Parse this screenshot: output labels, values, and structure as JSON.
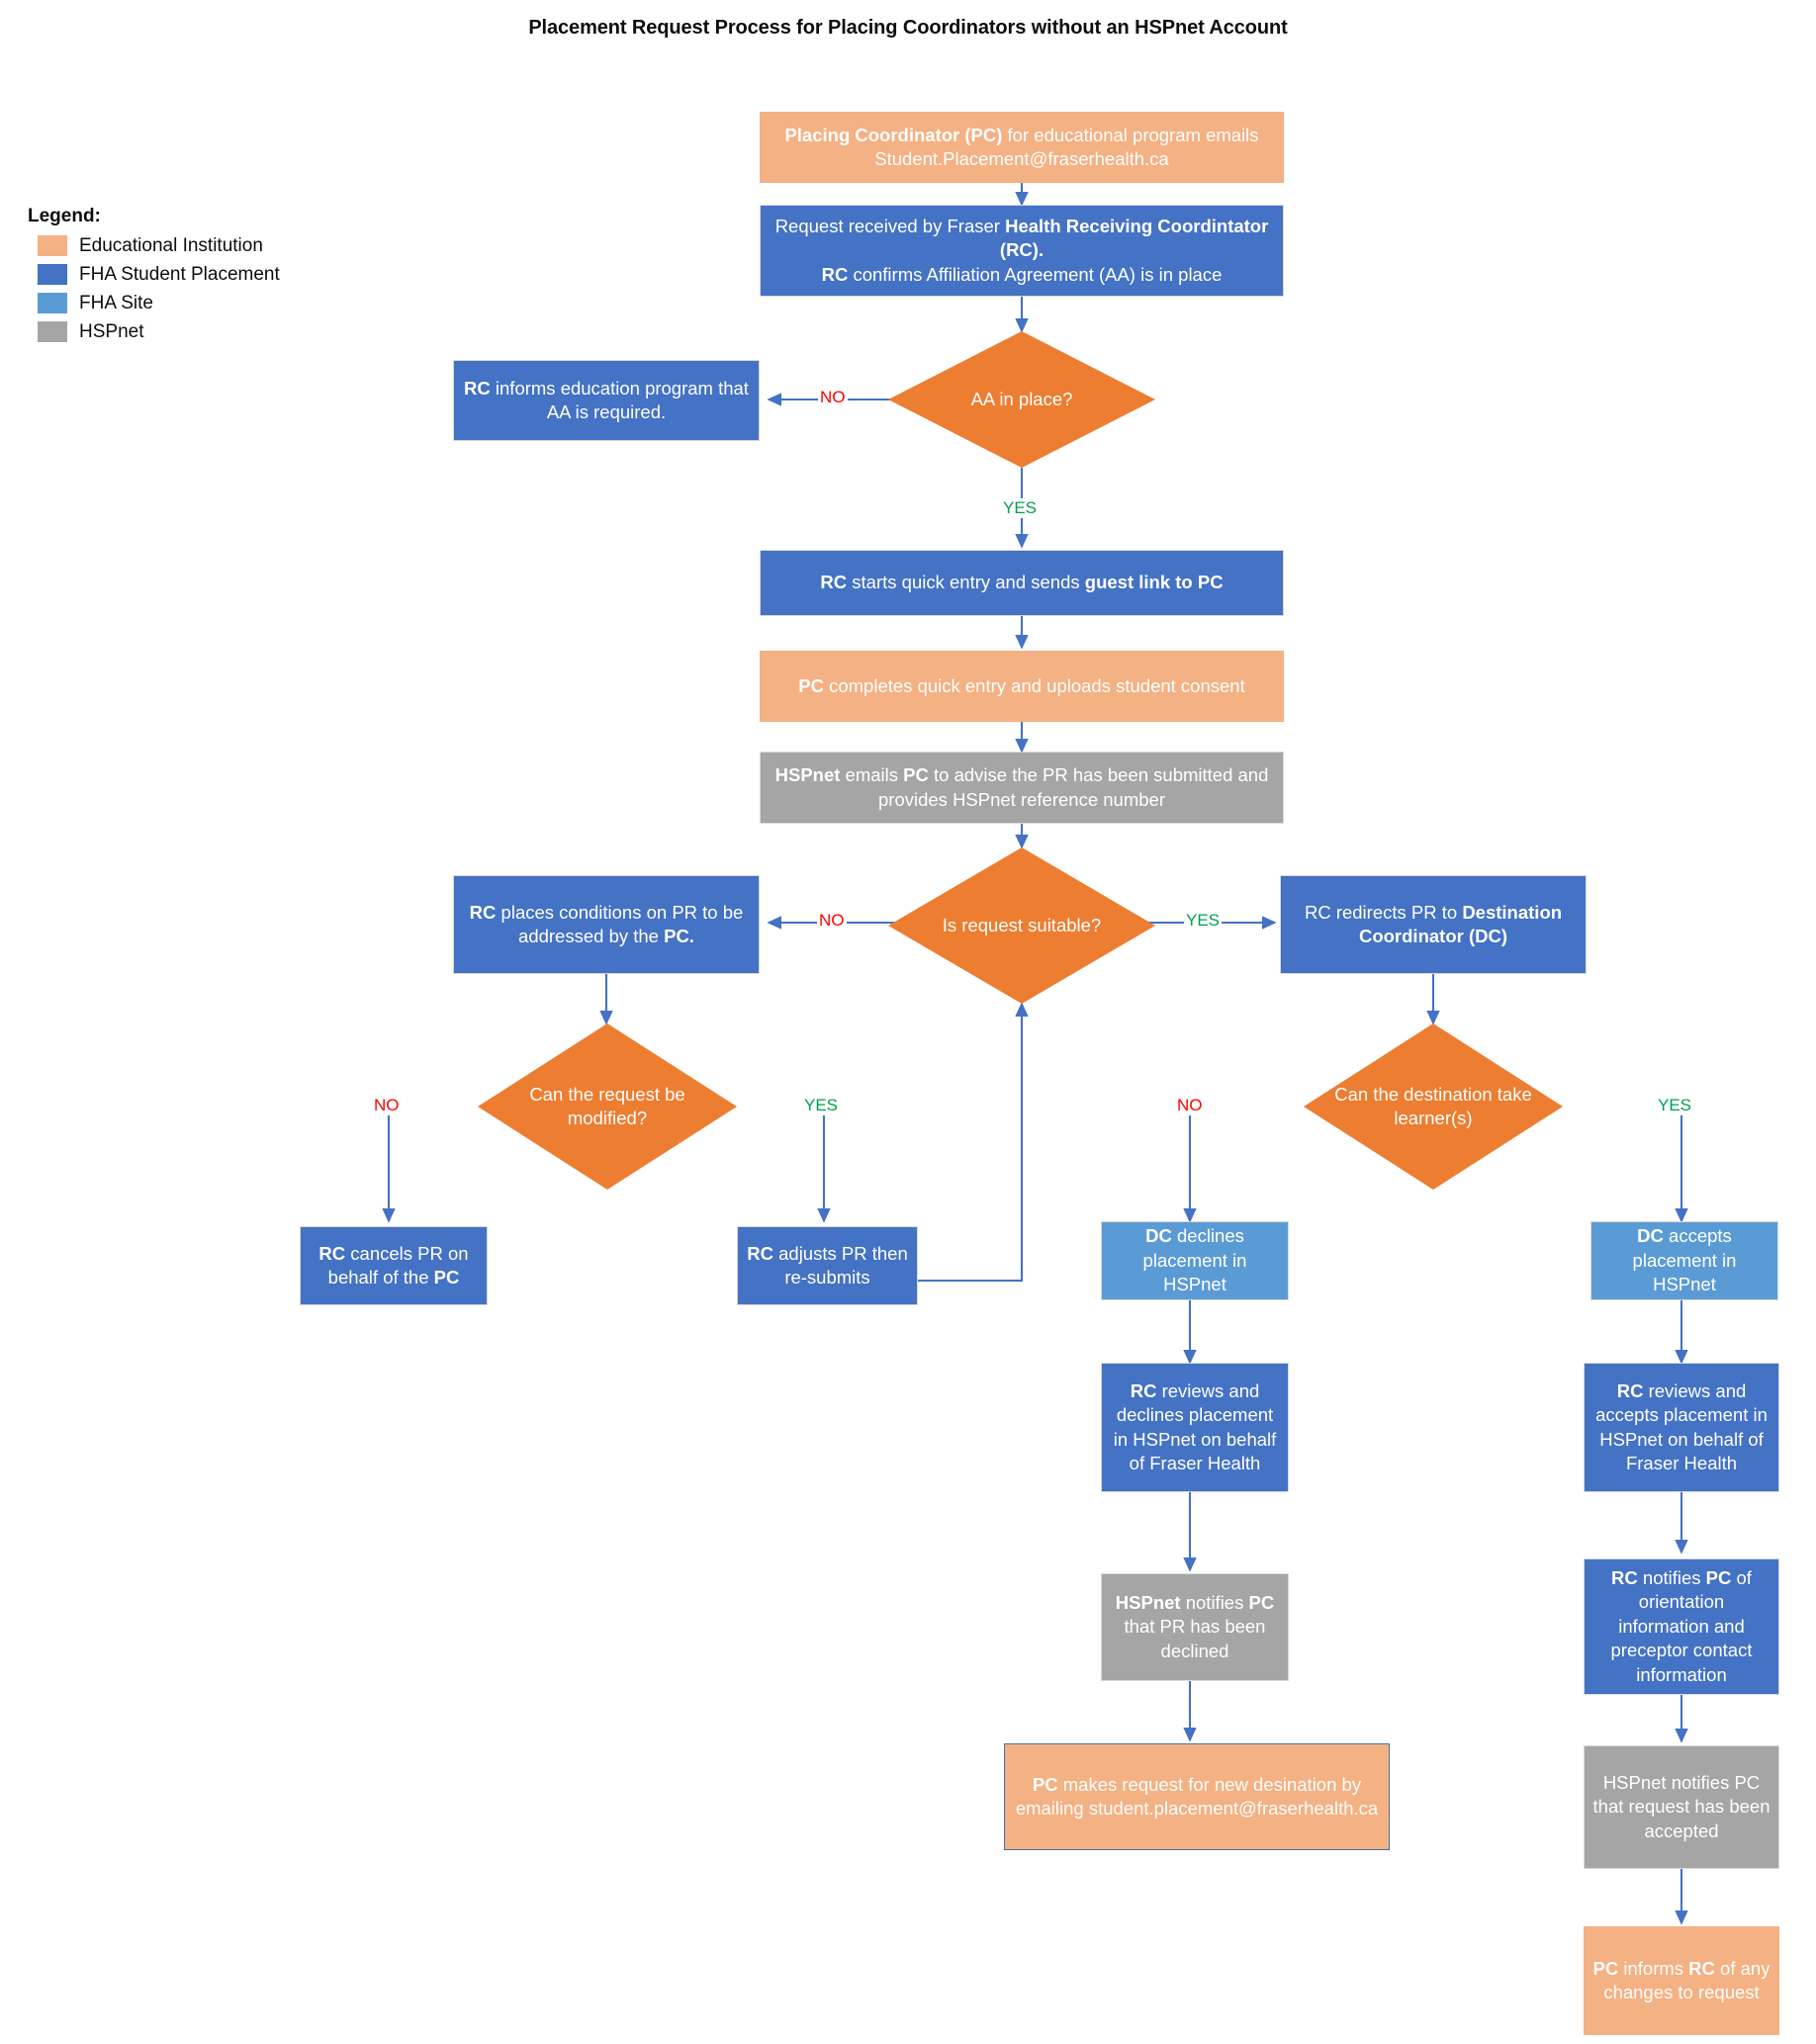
{
  "page": {
    "title": "Placement Request Process for Placing Coordinators without an HSPnet Account"
  },
  "colors": {
    "educational_institution": "#f4b183",
    "fha_student_placement": "#4472c4",
    "fha_site": "#5b9bd5",
    "hspnet": "#a5a5a5",
    "decision": "#ed7d31",
    "connector": "#4472c4",
    "label_no": "#ff0000",
    "label_yes": "#00a14b"
  },
  "legend": {
    "title": "Legend:",
    "items": [
      {
        "label": "Educational Institution",
        "color": "#f4b183"
      },
      {
        "label": "FHA Student Placement",
        "color": "#4472c4"
      },
      {
        "label": "FHA Site",
        "color": "#5b9bd5"
      },
      {
        "label": "HSPnet",
        "color": "#a5a5a5"
      }
    ]
  },
  "nodes": {
    "pc_emails": {
      "type": "process",
      "category": "Educational Institution",
      "text_parts": [
        {
          "text": "Placing Coordinator (PC)",
          "bold": true
        },
        {
          "text": " for educational program emails Student.Placement@fraserhealth.ca",
          "bold": false
        }
      ],
      "plain": "Placing Coordinator (PC) for educational program emails Student.Placement@fraserhealth.ca"
    },
    "request_received": {
      "type": "process",
      "category": "FHA Student Placement",
      "text_parts": [
        {
          "text": "Request received by Fraser ",
          "bold": false
        },
        {
          "text": "Health Receiving Coordintator (RC).",
          "bold": true
        },
        {
          "text": "\n",
          "bold": false
        },
        {
          "text": "RC",
          "bold": true
        },
        {
          "text": " confirms Affiliation Agreement (AA) is in place",
          "bold": false
        }
      ],
      "plain": "Request received by Fraser Health Receiving Coordintator (RC). RC confirms Affiliation Agreement (AA) is in place"
    },
    "aa_in_place": {
      "type": "decision",
      "text": "AA in place?"
    },
    "rc_informs_education": {
      "type": "process",
      "category": "FHA Student Placement",
      "text_parts": [
        {
          "text": "RC",
          "bold": true
        },
        {
          "text": " informs education program that AA is required.",
          "bold": false
        }
      ],
      "plain": "RC informs education program that AA is required."
    },
    "rc_quick_entry": {
      "type": "process",
      "category": "FHA Student Placement",
      "text_parts": [
        {
          "text": "RC",
          "bold": true
        },
        {
          "text": " starts quick entry and sends ",
          "bold": false
        },
        {
          "text": "guest link to PC",
          "bold": true
        }
      ],
      "plain": "RC starts quick entry and sends guest link to PC"
    },
    "pc_completes": {
      "type": "process",
      "category": "Educational Institution",
      "text_parts": [
        {
          "text": "PC",
          "bold": true
        },
        {
          "text": " completes quick entry and uploads student consent",
          "bold": false
        }
      ],
      "plain": "PC completes quick entry and uploads student consent"
    },
    "hspnet_emails_pc": {
      "type": "process",
      "category": "HSPnet",
      "text_parts": [
        {
          "text": "HSPnet",
          "bold": true
        },
        {
          "text": " emails ",
          "bold": false
        },
        {
          "text": "PC",
          "bold": true
        },
        {
          "text": " to advise the PR has been submitted and provides HSPnet reference number",
          "bold": false
        }
      ],
      "plain": "HSPnet emails PC to advise the PR has been submitted and provides HSPnet reference number"
    },
    "is_request_suitable": {
      "type": "decision",
      "text": "Is request suitable?"
    },
    "rc_places_conditions": {
      "type": "process",
      "category": "FHA Student Placement",
      "text_parts": [
        {
          "text": "RC",
          "bold": true
        },
        {
          "text": " places conditions on PR to be addressed by the ",
          "bold": false
        },
        {
          "text": "PC.",
          "bold": true
        }
      ],
      "plain": "RC places conditions on PR to be addressed by the PC."
    },
    "rc_redirects": {
      "type": "process",
      "category": "FHA Student Placement",
      "text_parts": [
        {
          "text": "RC redirects PR to ",
          "bold": false
        },
        {
          "text": "Destination Coordinator (DC)",
          "bold": true
        }
      ],
      "plain": "RC redirects PR to Destination Coordinator (DC)"
    },
    "can_request_be_modified": {
      "type": "decision",
      "text": "Can the request be modified?"
    },
    "can_destination_take": {
      "type": "decision",
      "text": "Can the destination take learner(s)"
    },
    "rc_cancels_pr": {
      "type": "process",
      "category": "FHA Student Placement",
      "text_parts": [
        {
          "text": "RC",
          "bold": true
        },
        {
          "text": " cancels PR on behalf of the ",
          "bold": false
        },
        {
          "text": "PC",
          "bold": true
        }
      ],
      "plain": "RC cancels PR on behalf of the PC"
    },
    "rc_adjusts_pr": {
      "type": "process",
      "category": "FHA Student Placement",
      "text_parts": [
        {
          "text": "RC",
          "bold": true
        },
        {
          "text": " adjusts PR then re-submits",
          "bold": false
        }
      ],
      "plain": "RC adjusts PR then re-submits"
    },
    "dc_declines": {
      "type": "process",
      "category": "FHA Site",
      "text_parts": [
        {
          "text": "DC",
          "bold": true
        },
        {
          "text": " declines placement in HSPnet",
          "bold": false
        }
      ],
      "plain": "DC declines placement in HSPnet"
    },
    "dc_accepts": {
      "type": "process",
      "category": "FHA Site",
      "text_parts": [
        {
          "text": "DC",
          "bold": true
        },
        {
          "text": " accepts placement in HSPnet",
          "bold": false
        }
      ],
      "plain": "DC accepts placement in HSPnet"
    },
    "rc_reviews_declines": {
      "type": "process",
      "category": "FHA Student Placement",
      "text_parts": [
        {
          "text": "RC",
          "bold": true
        },
        {
          "text": " reviews and declines placement in HSPnet on behalf of Fraser Health",
          "bold": false
        }
      ],
      "plain": "RC reviews and declines placement in HSPnet on behalf of Fraser Health"
    },
    "rc_reviews_accepts": {
      "type": "process",
      "category": "FHA Student Placement",
      "text_parts": [
        {
          "text": "RC",
          "bold": true
        },
        {
          "text": " reviews and accepts placement in HSPnet on behalf of Fraser Health",
          "bold": false
        }
      ],
      "plain": "RC reviews and accepts placement in HSPnet on behalf of Fraser Health"
    },
    "hspnet_notifies_declined": {
      "type": "process",
      "category": "HSPnet",
      "text_parts": [
        {
          "text": "HSPnet",
          "bold": true
        },
        {
          "text": " notifies ",
          "bold": false
        },
        {
          "text": "PC",
          "bold": true
        },
        {
          "text": " that PR has been declined",
          "bold": false
        }
      ],
      "plain": "HSPnet notifies PC that PR has been declined"
    },
    "rc_notifies_orientation": {
      "type": "process",
      "category": "FHA Student Placement",
      "text_parts": [
        {
          "text": "RC",
          "bold": true
        },
        {
          "text": " notifies ",
          "bold": false
        },
        {
          "text": "PC",
          "bold": true
        },
        {
          "text": " of orientation information and preceptor contact information",
          "bold": false
        }
      ],
      "plain": "RC notifies PC of orientation information and preceptor contact information"
    },
    "pc_makes_request": {
      "type": "process",
      "category": "Educational Institution",
      "text_parts": [
        {
          "text": "PC",
          "bold": true
        },
        {
          "text": " makes request for new desination by emailing student.placement@fraserhealth.ca",
          "bold": false
        }
      ],
      "plain": "PC makes request for new desination by emailing student.placement@fraserhealth.ca"
    },
    "hspnet_notifies_accepted": {
      "type": "process",
      "category": "HSPnet",
      "text_parts": [
        {
          "text": "HSPnet notifies PC that request has been accepted",
          "bold": false
        }
      ],
      "plain": "HSPnet notifies PC that request has been accepted"
    },
    "pc_informs_rc": {
      "type": "process",
      "category": "Educational Institution",
      "text_parts": [
        {
          "text": "PC",
          "bold": true
        },
        {
          "text": " informs ",
          "bold": false
        },
        {
          "text": "RC",
          "bold": true
        },
        {
          "text": " of any changes to request",
          "bold": false
        }
      ],
      "plain": "PC informs RC of any changes to request"
    }
  },
  "edge_labels": {
    "aa_no": "NO",
    "aa_yes": "YES",
    "suitable_no": "NO",
    "suitable_yes": "YES",
    "modified_no": "NO",
    "modified_yes": "YES",
    "destination_no": "NO",
    "destination_yes": "YES"
  }
}
